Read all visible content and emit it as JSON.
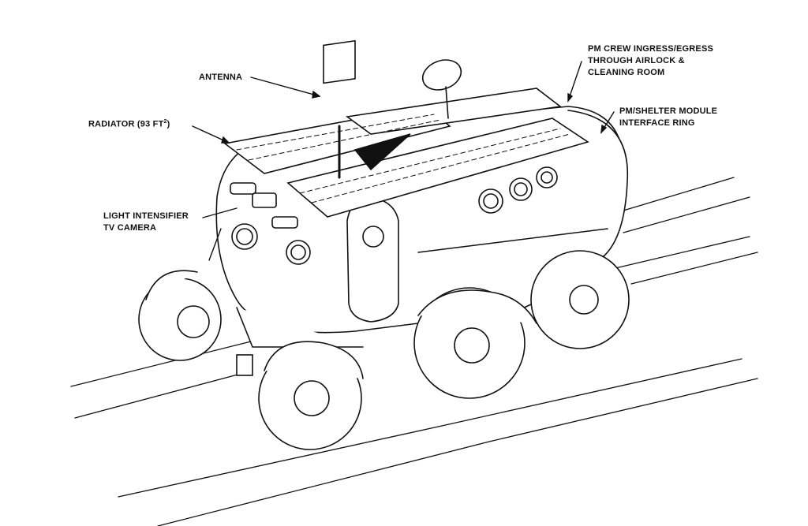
{
  "labels": {
    "antenna": "ANTENNA",
    "radiator": "RADIATOR (93 FT",
    "radiator_exp": "2",
    "radiator_close": ")",
    "camera_line1": "LIGHT INTENSIFIER",
    "camera_line2": "TV CAMERA",
    "crew_line1": "PM CREW INGRESS/EGRESS",
    "crew_line2": "THROUGH AIRLOCK &",
    "crew_line3": "CLEANING ROOM",
    "ring_line1": "PM/SHELTER MODULE",
    "ring_line2": "INTERFACE RING"
  }
}
